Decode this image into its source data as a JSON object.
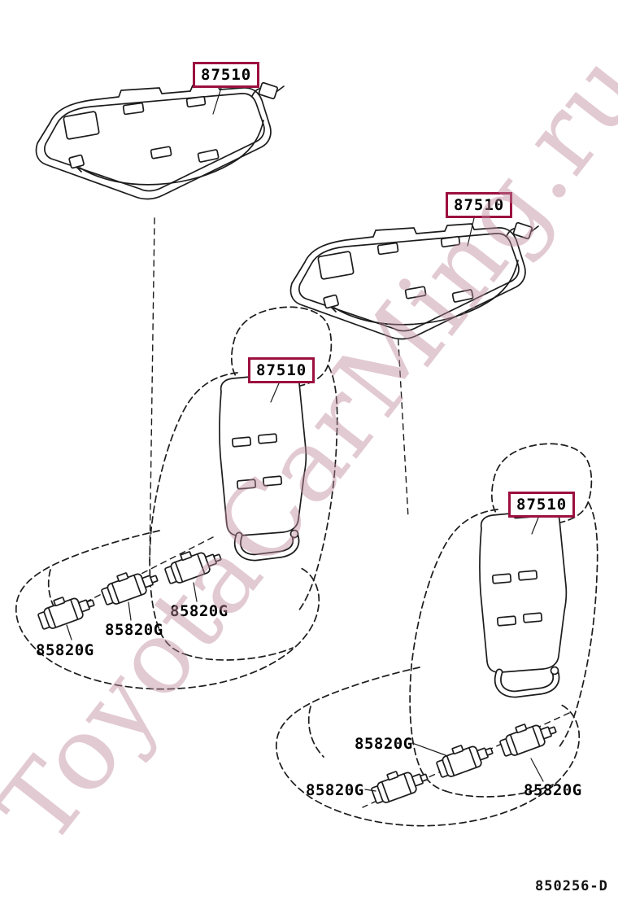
{
  "watermark_text": "ToyotaCarMing.ru",
  "diagram_code": "850256-D",
  "parts": {
    "seat_heater": {
      "number": "87510"
    },
    "seat_switch": {
      "number": "85820G"
    }
  },
  "colors": {
    "callout_border": "#9c1040",
    "line": "#1c1c1c",
    "watermark": "#be8a9e",
    "background": "#ffffff"
  }
}
